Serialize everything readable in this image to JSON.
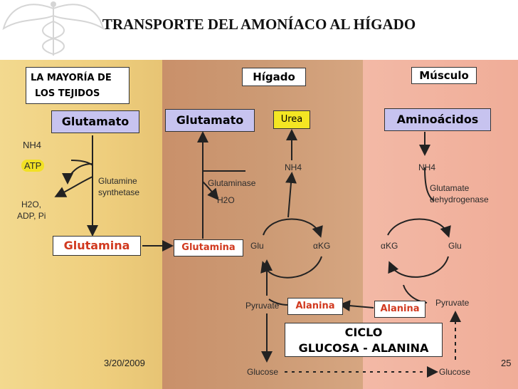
{
  "title": "TRANSPORTE  DEL  AMONÍACO AL  HÍGADO",
  "date": "3/20/2009",
  "page_number": "25",
  "labels": {
    "tejidos_line1": "LA MAYORÍA DE",
    "tejidos_line2": "LOS TEJIDOS",
    "higado": "Hígado",
    "musculo": "Músculo",
    "glutamato_left": "Glutamato",
    "glutamato_mid": "Glutamato",
    "urea": "Urea",
    "aminoacidos": "Aminoácidos",
    "glutamina_left": "Glutamina",
    "glutamina_mid": "Glutamina",
    "alanina_mid": "Alanina",
    "alanina_right": "Alanina",
    "ciclo_line1": "CICLO",
    "ciclo_line2": "GLUCOSA - ALANINA"
  },
  "figure": {
    "nh4_left": "NH4",
    "atp": "ATP",
    "h2o": "H2O,",
    "adp": "ADP, Pi",
    "glutamine_synthetase_1": "Glutamine",
    "glutamine_synthetase_2": "synthetase",
    "glutaminase": "Glutaminase",
    "h2o_mid": "H2O",
    "nh4_mid": "NH4",
    "glu_mid": "Glu",
    "akg_mid": "αKG",
    "pyruvate_mid": "Pyruvate",
    "glucose_mid": "Glucose",
    "nh4_right": "NH4",
    "glutamate_dh_1": "Glutamate",
    "glutamate_dh_2": "dehydrogenase",
    "akg_right": "αKG",
    "glu_right": "Glu",
    "pyruvate_right": "Pyruvate",
    "glucose_right": "Glucose"
  }
}
